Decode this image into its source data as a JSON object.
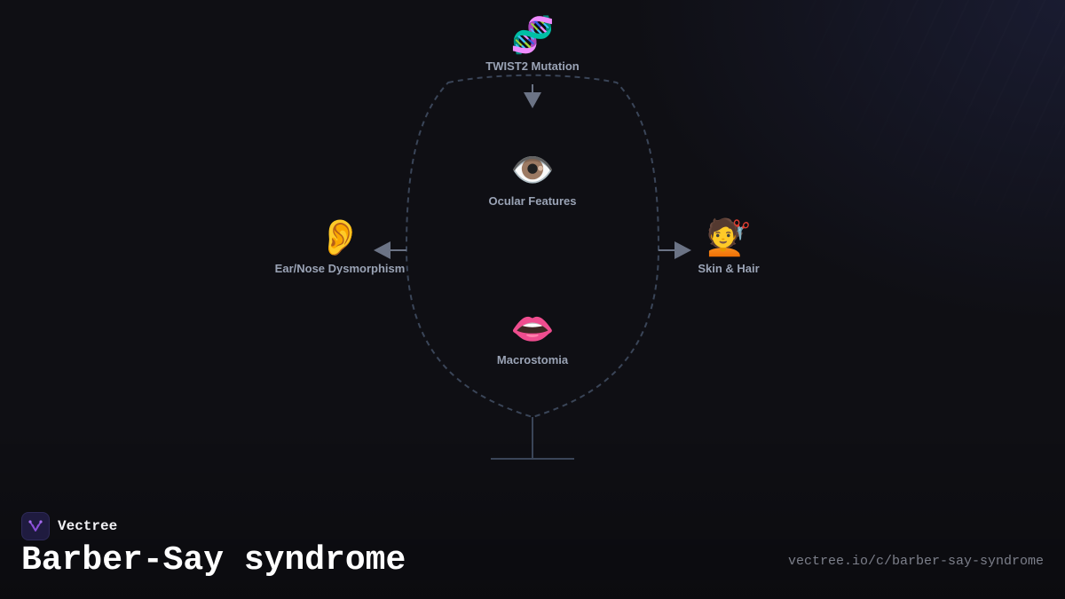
{
  "diagram": {
    "nodes": [
      {
        "id": "twist2",
        "label": "TWIST2 Mutation",
        "icon": "dna-icon",
        "glyph": "🧬"
      },
      {
        "id": "ocular",
        "label": "Ocular Features",
        "icon": "eye-icon",
        "glyph": "👁️"
      },
      {
        "id": "ear",
        "label": "Ear/Nose Dysmorphism",
        "icon": "ear-icon",
        "glyph": "👂"
      },
      {
        "id": "skin",
        "label": "Skin & Hair",
        "icon": "haircut-icon",
        "glyph": "💇"
      },
      {
        "id": "mouth",
        "label": "Macrostomia",
        "icon": "mouth-icon",
        "glyph": "👄"
      }
    ],
    "edges": [
      {
        "from": "twist2",
        "to": "ocular"
      },
      {
        "from": "ocular",
        "to": "ear"
      },
      {
        "from": "ocular",
        "to": "skin"
      }
    ],
    "colors": {
      "connector": "#6b7385",
      "outline": "#3a4558",
      "label": "#9aa3b5"
    }
  },
  "brand": {
    "name": "Vectree",
    "logo_icon": "vectree-logo-icon",
    "logo_color": "#8b4fd8"
  },
  "title": "Barber-Say syndrome",
  "url": "vectree.io/c/barber-say-syndrome"
}
